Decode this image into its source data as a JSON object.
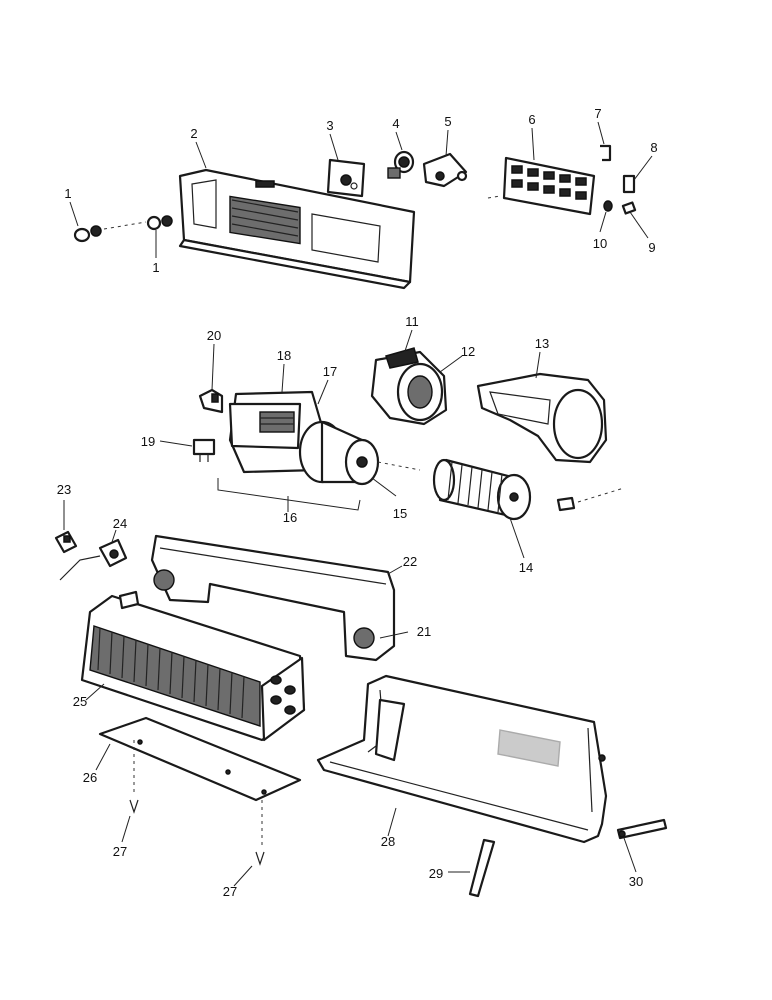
{
  "callouts": [
    {
      "id": "c1a",
      "text": "1"
    },
    {
      "id": "c1b",
      "text": "1"
    },
    {
      "id": "c2",
      "text": "2"
    },
    {
      "id": "c3",
      "text": "3"
    },
    {
      "id": "c4",
      "text": "4"
    },
    {
      "id": "c5",
      "text": "5"
    },
    {
      "id": "c6",
      "text": "6"
    },
    {
      "id": "c7",
      "text": "7"
    },
    {
      "id": "c8",
      "text": "8"
    },
    {
      "id": "c9",
      "text": "9"
    },
    {
      "id": "c10",
      "text": "10"
    },
    {
      "id": "c11",
      "text": "11"
    },
    {
      "id": "c12",
      "text": "12"
    },
    {
      "id": "c13",
      "text": "13"
    },
    {
      "id": "c14",
      "text": "14"
    },
    {
      "id": "c15",
      "text": "15"
    },
    {
      "id": "c16",
      "text": "16"
    },
    {
      "id": "c17",
      "text": "17"
    },
    {
      "id": "c18",
      "text": "18"
    },
    {
      "id": "c19",
      "text": "19"
    },
    {
      "id": "c20",
      "text": "20"
    },
    {
      "id": "c21",
      "text": "21"
    },
    {
      "id": "c22",
      "text": "22"
    },
    {
      "id": "c23",
      "text": "23"
    },
    {
      "id": "c24",
      "text": "24"
    },
    {
      "id": "c25",
      "text": "25"
    },
    {
      "id": "c26",
      "text": "26"
    },
    {
      "id": "c27a",
      "text": "27"
    },
    {
      "id": "c27b",
      "text": "27"
    },
    {
      "id": "c28",
      "text": "28"
    },
    {
      "id": "c29",
      "text": "29"
    },
    {
      "id": "c30",
      "text": "30"
    }
  ]
}
